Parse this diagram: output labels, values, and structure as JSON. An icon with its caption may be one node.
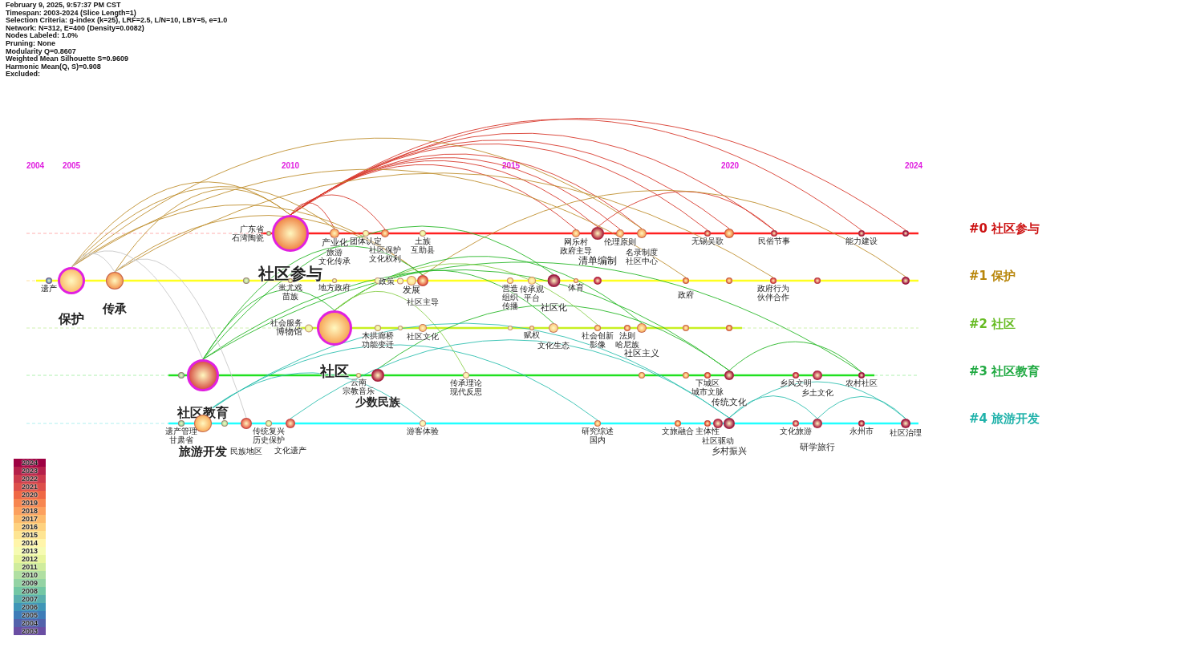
{
  "diagram": {
    "nodes": [
      {
        "text": [
          "广东省",
          "石湾陶瓷"
        ]
      },
      {
        "text": [
          "社区参与"
        ]
      },
      {
        "text": [
          "产业化",
          "旅游",
          "文化传承"
        ]
      },
      {
        "text": [
          "团体认定"
        ]
      },
      {
        "text": [
          "社区保护",
          "文化权利"
        ]
      },
      {
        "text": [
          "土族",
          "互助县"
        ]
      },
      {
        "text": [
          "网乐村",
          "政府主导"
        ]
      },
      {
        "text": [
          "清单编制"
        ]
      },
      {
        "text": [
          "伦理原则"
        ]
      },
      {
        "text": [
          "名录制度",
          "社区中心"
        ]
      },
      {
        "text": [
          "无锡吴歌"
        ]
      },
      {
        "text": [],
        "shape": "circle"
      },
      {
        "text": [
          "民俗节事"
        ]
      },
      {
        "text": [
          "能力建设"
        ]
      },
      {
        "text": [],
        "shape": "circle"
      },
      {
        "text": [
          "遗产"
        ]
      },
      {
        "text": [
          "保护"
        ]
      },
      {
        "text": [
          "传承"
        ]
      },
      {
        "text": [],
        "shape": "circle"
      },
      {
        "text": [
          "蚩尤戏",
          "苗族"
        ]
      },
      {
        "text": [
          "地方政府"
        ]
      },
      {
        "text": [],
        "shape": "circle"
      },
      {
        "text": [
          "政策"
        ]
      },
      {
        "text": [
          "发展"
        ]
      },
      {
        "text": [
          "社区主导"
        ]
      },
      {
        "text": [
          "营造",
          "组织",
          "传播"
        ]
      },
      {
        "text": [
          "传承观",
          "平台"
        ]
      },
      {
        "text": [
          "社区化"
        ]
      },
      {
        "text": [
          "体育"
        ]
      },
      {
        "text": [],
        "shape": "circle"
      },
      {
        "text": [
          "政府"
        ]
      },
      {
        "text": [],
        "shape": "circle"
      },
      {
        "text": [
          "政府行为",
          "伙伴合作"
        ]
      },
      {
        "text": [],
        "shape": "circle"
      },
      {
        "text": [],
        "shape": "circle"
      },
      {
        "text": [
          "社会服务",
          "博物馆"
        ]
      },
      {
        "text": [
          "社区"
        ]
      },
      {
        "text": [
          "木拱廊桥",
          "功能变迁"
        ]
      },
      {
        "text": [],
        "shape": "circle"
      },
      {
        "text": [
          "社区文化"
        ]
      },
      {
        "text": [],
        "shape": "circle"
      },
      {
        "text": [
          "赋权"
        ]
      },
      {
        "text": [
          "文化生态"
        ]
      },
      {
        "text": [
          "社会创新",
          "影像"
        ]
      },
      {
        "text": [
          "法则",
          "哈尼族"
        ]
      },
      {
        "text": [
          "社区主义"
        ]
      },
      {
        "text": [],
        "shape": "circle"
      },
      {
        "text": [],
        "shape": "circle"
      },
      {
        "text": [],
        "shape": "circle"
      },
      {
        "text": [
          "社区教育"
        ]
      },
      {
        "text": [
          "云南",
          "宗教音乐"
        ]
      },
      {
        "text": [
          "少数民族"
        ]
      },
      {
        "text": [
          "传承理论",
          "现代反思"
        ]
      },
      {
        "text": [],
        "shape": "circle"
      },
      {
        "text": [],
        "shape": "circle"
      },
      {
        "text": [
          "下城区",
          "城市文脉"
        ]
      },
      {
        "text": [
          "传统文化"
        ]
      },
      {
        "text": [
          "乡风文明"
        ]
      },
      {
        "text": [
          "乡土文化"
        ]
      },
      {
        "text": [
          "农村社区"
        ]
      },
      {
        "text": [
          "遗产管理",
          "甘肃省"
        ]
      },
      {
        "text": [
          "旅游开发"
        ]
      },
      {
        "text": [],
        "shape": "circle"
      },
      {
        "text": [
          "民族地区"
        ]
      },
      {
        "text": [
          "传统复兴",
          "历史保护"
        ]
      },
      {
        "text": [
          "文化遗产"
        ]
      },
      {
        "text": [
          "游客体验"
        ]
      },
      {
        "text": [
          "研究综述",
          "国内"
        ]
      },
      {
        "text": [
          "文旅融合"
        ]
      },
      {
        "text": [
          "主体性"
        ]
      },
      {
        "text": [
          "社区驱动"
        ]
      },
      {
        "text": [
          "乡村振兴"
        ]
      },
      {
        "text": [
          "文化旅游"
        ]
      },
      {
        "text": [
          "研学旅行"
        ]
      },
      {
        "text": [
          "永州市"
        ]
      },
      {
        "text": [
          "社区治理"
        ]
      }
    ],
    "edges": [
      {
        "from": 1,
        "to": 2,
        "arrow": "none",
        "color": "#d83a2e"
      },
      {
        "from": 1,
        "to": 4,
        "arrow": "none",
        "color": "#d83a2e"
      },
      {
        "from": 1,
        "to": 6,
        "arrow": "none",
        "color": "#d83a2e"
      },
      {
        "from": 1,
        "to": 7,
        "arrow": "none",
        "color": "#d83a2e"
      },
      {
        "from": 1,
        "to": 8,
        "arrow": "none",
        "color": "#d83a2e"
      },
      {
        "from": 1,
        "to": 9,
        "arrow": "none",
        "color": "#d83a2e"
      },
      {
        "from": 1,
        "to": 10,
        "arrow": "none",
        "color": "#d83a2e"
      },
      {
        "from": 1,
        "to": 11,
        "arrow": "none",
        "color": "#d83a2e"
      },
      {
        "from": 1,
        "to": 12,
        "arrow": "none",
        "color": "#d83a2e"
      },
      {
        "from": 1,
        "to": 13,
        "arrow": "none",
        "color": "#d83a2e"
      },
      {
        "from": 1,
        "to": 14,
        "arrow": "none",
        "color": "#d83a2e"
      },
      {
        "from": 7,
        "to": 12,
        "arrow": "none",
        "color": "#d83a2e"
      },
      {
        "from": 16,
        "to": 1,
        "arrow": "none",
        "color": "#c09030"
      },
      {
        "from": 16,
        "to": 2,
        "arrow": "none",
        "color": "#c09030"
      },
      {
        "from": 16,
        "to": 9,
        "arrow": "none",
        "color": "#c09030"
      },
      {
        "from": 16,
        "to": 24,
        "arrow": "none",
        "color": "#c09030"
      },
      {
        "from": 16,
        "to": 30,
        "arrow": "none",
        "color": "#c09030"
      },
      {
        "from": 17,
        "to": 1,
        "arrow": "none",
        "color": "#c09030"
      },
      {
        "from": 17,
        "to": 24,
        "arrow": "none",
        "color": "#c09030"
      },
      {
        "from": 17,
        "to": 32,
        "arrow": "none",
        "color": "#c09030"
      },
      {
        "from": 24,
        "to": 34,
        "arrow": "none",
        "color": "#c09030"
      },
      {
        "from": 49,
        "to": 36,
        "arrow": "none",
        "color": "#28b828"
      },
      {
        "from": 49,
        "to": 24,
        "arrow": "none",
        "color": "#28b828"
      },
      {
        "from": 49,
        "to": 27,
        "arrow": "none",
        "color": "#28b828"
      },
      {
        "from": 49,
        "to": 56,
        "arrow": "none",
        "color": "#28b828"
      },
      {
        "from": 49,
        "to": 59,
        "arrow": "none",
        "color": "#28b828"
      },
      {
        "from": 36,
        "to": 45,
        "arrow": "none",
        "color": "#28b828"
      },
      {
        "from": 36,
        "to": 42,
        "arrow": "none",
        "color": "#28b828"
      },
      {
        "from": 56,
        "to": 59,
        "arrow": "none",
        "color": "#28b828"
      },
      {
        "from": 51,
        "to": 56,
        "arrow": "none",
        "color": "#28b828"
      },
      {
        "from": 36,
        "to": 43,
        "arrow": "none",
        "color": "#8cd050"
      },
      {
        "from": 36,
        "to": 52,
        "arrow": "none",
        "color": "#8cd050"
      },
      {
        "from": 61,
        "to": 66,
        "arrow": "none",
        "color": "#30c0b0"
      },
      {
        "from": 61,
        "to": 67,
        "arrow": "none",
        "color": "#30c0b0"
      },
      {
        "from": 61,
        "to": 71,
        "arrow": "none",
        "color": "#30c0b0"
      },
      {
        "from": 71,
        "to": 73,
        "arrow": "none",
        "color": "#30c0b0"
      },
      {
        "from": 71,
        "to": 75,
        "arrow": "none",
        "color": "#30c0b0"
      },
      {
        "from": 73,
        "to": 75,
        "arrow": "none",
        "color": "#30c0b0"
      },
      {
        "from": 65,
        "to": 71,
        "arrow": "none",
        "color": "#30c0b0"
      },
      {
        "from": 16,
        "to": 49,
        "arrow": "none",
        "color": "#c8c8c8"
      },
      {
        "from": 16,
        "to": 17,
        "arrow": "none",
        "color": "#c8c8c8"
      },
      {
        "from": 17,
        "to": 63,
        "arrow": "none",
        "color": "#c8c8c8"
      }
    ],
    "labels": [
      "February 9, 2025, 9:57:37 PM CST",
      "Timespan: 2003-2024 (Slice Length=1)",
      "Selection Criteria: g-index (k=25), LRF=2.5, L/N=10, LBY=5, e=1.0",
      "Network: N=312, E=400 (Density=0.0082)",
      "Nodes Labeled: 1.0%",
      "Pruning: None",
      "Modularity Q=0.8607",
      "Weighted Mean Silhouette S=0.9609",
      "Harmonic Mean(Q, S)=0.908",
      "Excluded:",
      "2004",
      "2005",
      "2010",
      "2015",
      "2020",
      "2024",
      "#0 社区参与",
      "#1 保护",
      "#2 社区",
      "#3 社区教育",
      "#4 旅游开发"
    ],
    "legend": [
      {
        "text": "2024",
        "color": "#9e0142"
      },
      {
        "text": "2023",
        "color": "#b5204a"
      },
      {
        "text": "2022",
        "color": "#cc3a4c"
      },
      {
        "text": "2021",
        "color": "#dd4f4b"
      },
      {
        "text": "2020",
        "color": "#ef6845"
      },
      {
        "text": "2019",
        "color": "#f78650"
      },
      {
        "text": "2018",
        "color": "#fca05e"
      },
      {
        "text": "2017",
        "color": "#fdbb6c"
      },
      {
        "text": "2016",
        "color": "#fed27f"
      },
      {
        "text": "2015",
        "color": "#fee593"
      },
      {
        "text": "2014",
        "color": "#fff5aa"
      },
      {
        "text": "2013",
        "color": "#f6fbb2"
      },
      {
        "text": "2012",
        "color": "#e8f59c"
      },
      {
        "text": "2011",
        "color": "#cfec9d"
      },
      {
        "text": "2010",
        "color": "#b0dfa2"
      },
      {
        "text": "2009",
        "color": "#94d3a4"
      },
      {
        "text": "2008",
        "color": "#73c7a4"
      },
      {
        "text": "2007",
        "color": "#5aafad"
      },
      {
        "text": "2006",
        "color": "#3f96b7"
      },
      {
        "text": "2005",
        "color": "#3e7cb8"
      },
      {
        "text": "2004",
        "color": "#5262ab"
      },
      {
        "text": "2003",
        "color": "#6a4ea3"
      }
    ]
  }
}
